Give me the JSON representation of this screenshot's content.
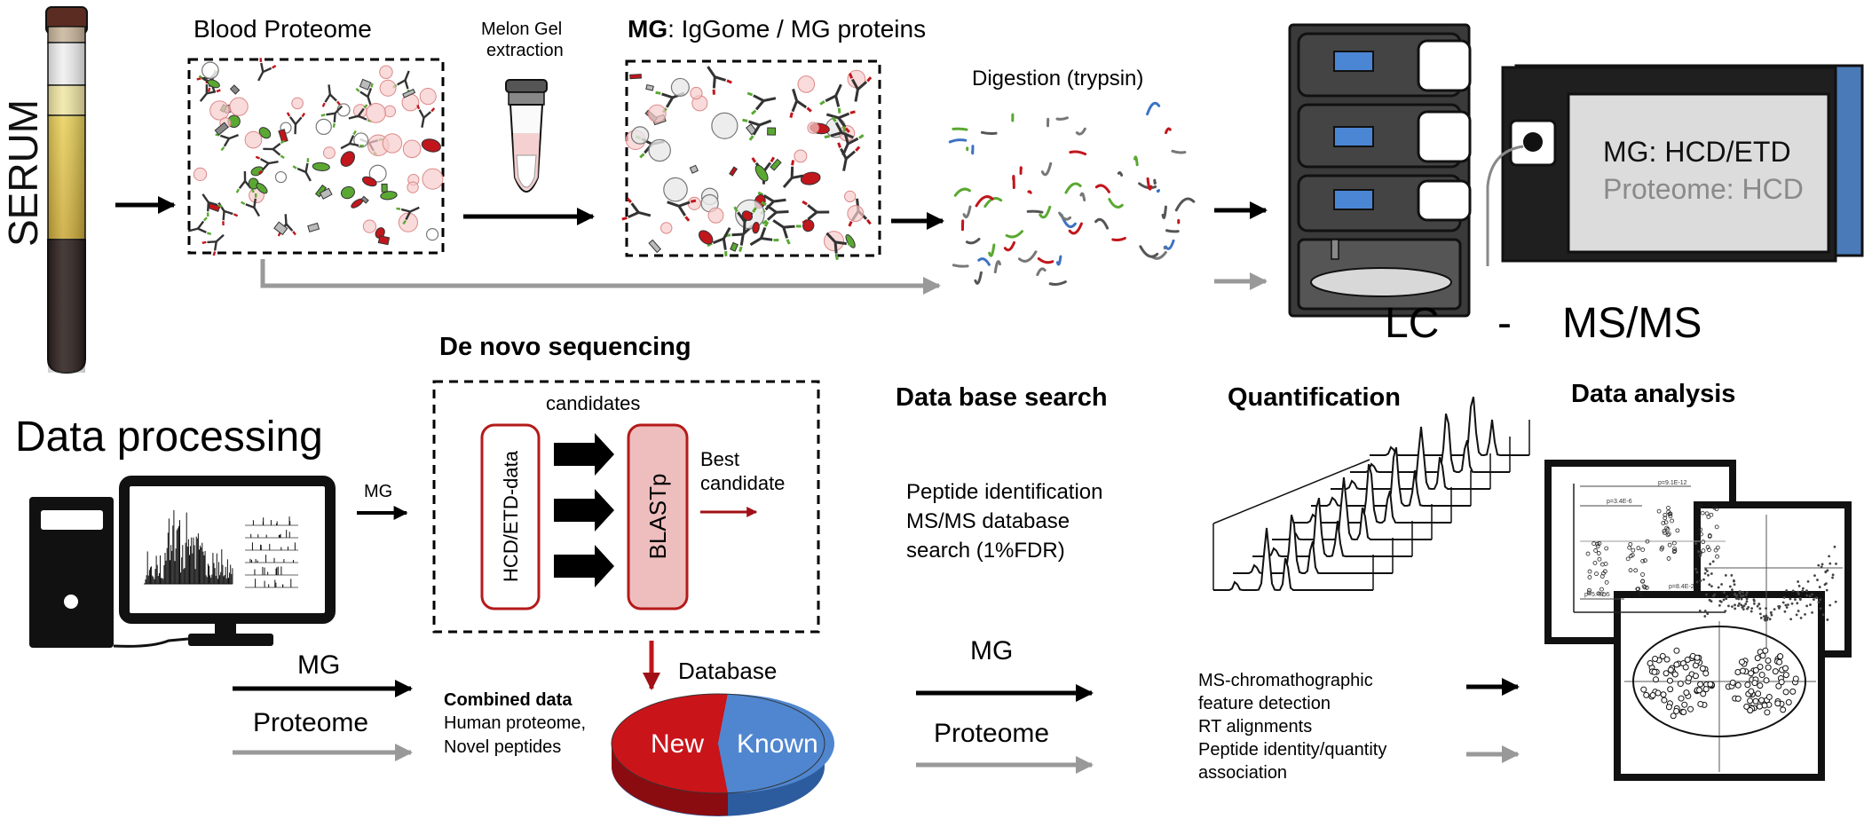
{
  "serum": {
    "label": "SERUM"
  },
  "blood_proteome": {
    "title": "Blood Proteome"
  },
  "melon": {
    "line1": "Melon Gel",
    "line2": "extraction"
  },
  "mg_box": {
    "prefix": "MG",
    "title": ": IgGome / MG proteins"
  },
  "digestion": {
    "title": "Digestion (trypsin)"
  },
  "ms": {
    "line1": "MG: HCD/ETD",
    "line2": "Proteome: HCD"
  },
  "lcms": {
    "lc": "LC",
    "dash": "-",
    "msms": "MS/MS"
  },
  "data_processing": {
    "title": "Data processing"
  },
  "denovo": {
    "title": "De novo sequencing",
    "candidates": "candidates",
    "hcd": "HCD/ETD-data",
    "blast": "BLASTp",
    "best1": "Best",
    "best2": "candidate",
    "mg_in": "MG"
  },
  "combined": {
    "title": "Combined data",
    "line1": "Human proteome,",
    "line2": "Novel peptides"
  },
  "database": {
    "title": "Database",
    "new": "New",
    "known": "Known"
  },
  "flow": {
    "mg": "MG",
    "proteome": "Proteome"
  },
  "dbsearch": {
    "title": "Data base search",
    "line1": "Peptide identification",
    "line2": "MS/MS database",
    "line3": "search (1%FDR)"
  },
  "quant": {
    "title": "Quantification",
    "line1": "MS-chromathographic",
    "line2": "feature detection",
    "line3": "RT alignments",
    "line4": "Peptide identity/quantity",
    "line5": "association"
  },
  "analysis": {
    "title": "Data analysis",
    "p1": "p=9.1E-12",
    "p2": "p=3.4E-6",
    "p3": "p=8.4E-2",
    "p4": "p=5.4E-5"
  },
  "colors": {
    "red": "#c0161c",
    "green": "#5aa832",
    "blue": "#3d73c4",
    "pie_red": "#c9141a",
    "pie_blue": "#4f86cf",
    "gray": "#8a8a8a"
  }
}
